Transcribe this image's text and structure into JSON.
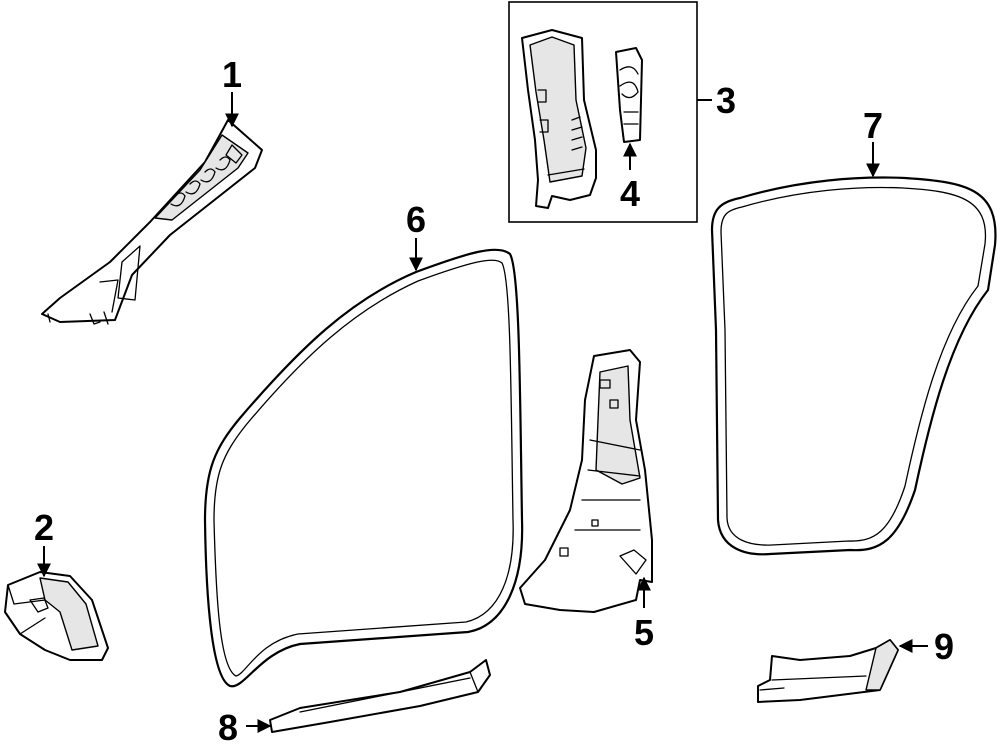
{
  "callouts": {
    "c1": "1",
    "c2": "2",
    "c3": "3",
    "c4": "4",
    "c5": "5",
    "c6": "6",
    "c7": "7",
    "c8": "8",
    "c9": "9"
  },
  "colors": {
    "line": "#000000",
    "background": "#ffffff",
    "shade": "#e6e6e6"
  }
}
